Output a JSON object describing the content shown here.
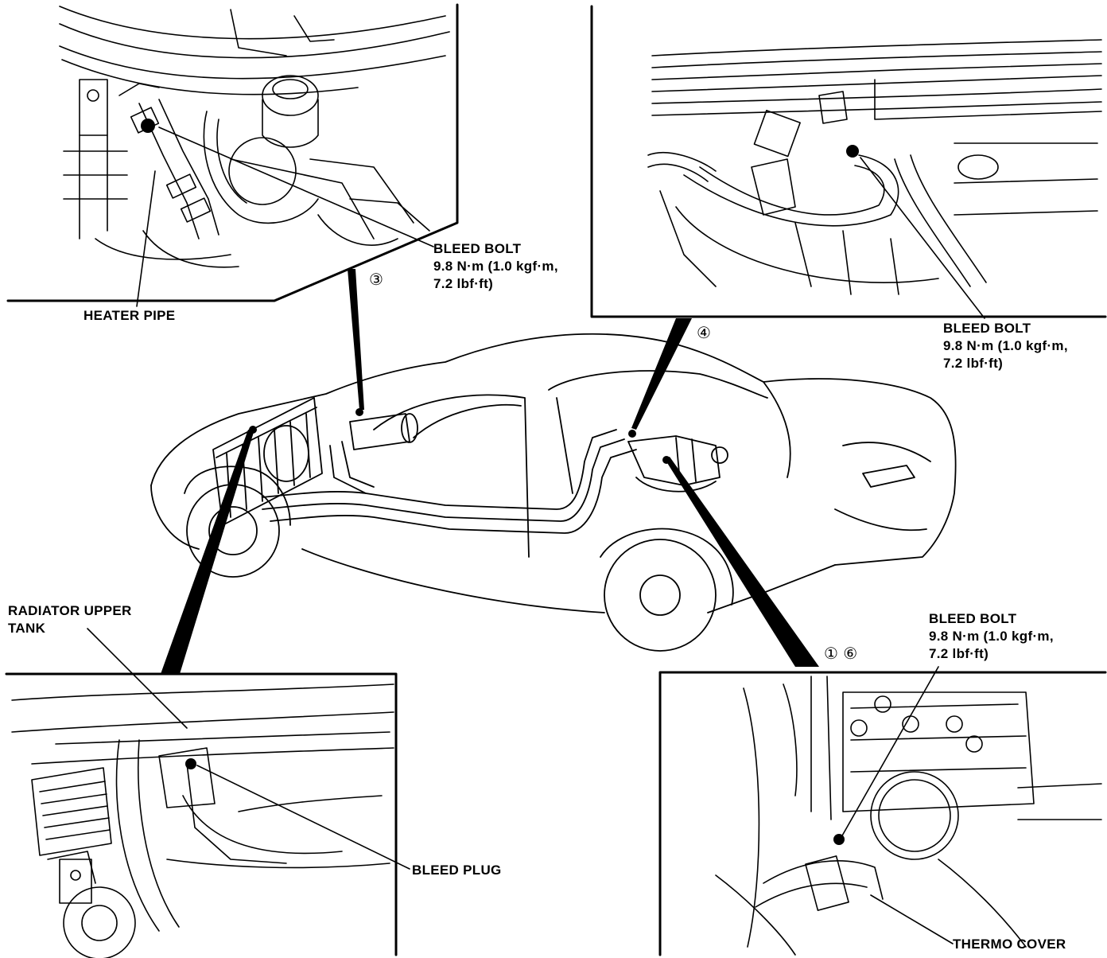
{
  "labels": {
    "heater_pipe": "HEATER PIPE",
    "bleed_bolt_3": {
      "line1": "BLEED BOLT",
      "line2": "9.8 N·m (1.0 kgf·m,",
      "line3": "7.2 lbf·ft)"
    },
    "bleed_bolt_4": {
      "line1": "BLEED BOLT",
      "line2": "9.8 N·m (1.0 kgf·m,",
      "line3": "7.2 lbf·ft)"
    },
    "bleed_bolt_16": {
      "line1": "BLEED BOLT",
      "line2": "9.8 N·m (1.0 kgf·m,",
      "line3": "7.2 lbf·ft)"
    },
    "radiator_upper_tank": {
      "line1": "RADIATOR UPPER",
      "line2": "TANK"
    },
    "bleed_plug": "BLEED PLUG",
    "thermo_cover": "THERMO COVER"
  },
  "steps": {
    "step_3": "③",
    "step_4": "④",
    "step_1_6": "① ⑥"
  }
}
